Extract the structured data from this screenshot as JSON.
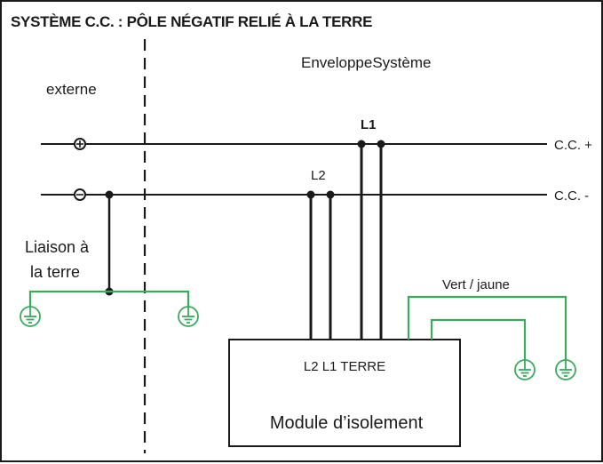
{
  "title": "SYSTÈME C.C. : PÔLE NÉGATIF RELIÉ À LA TERRE",
  "labels": {
    "enclosure": "EnveloppeSystème",
    "external": "externe",
    "l1": "L1",
    "l2": "L2",
    "dc_positive": "C.C. +",
    "dc_negative": "C.C. -",
    "earth_link_line1": "Liaison à",
    "earth_link_line2": "la terre",
    "green_yellow": "Vert / jaune",
    "module_terminals": "L2 L1 TERRE",
    "module_name": "Module d’isolement"
  },
  "symbols": {
    "positive_terminal": "⊕",
    "negative_terminal": "⊖"
  },
  "colors": {
    "wire": "#1a1a1a",
    "earth_wire": "#3aaa5c",
    "background": "#ffffff"
  },
  "icons": {
    "ground": "ground-icon"
  }
}
